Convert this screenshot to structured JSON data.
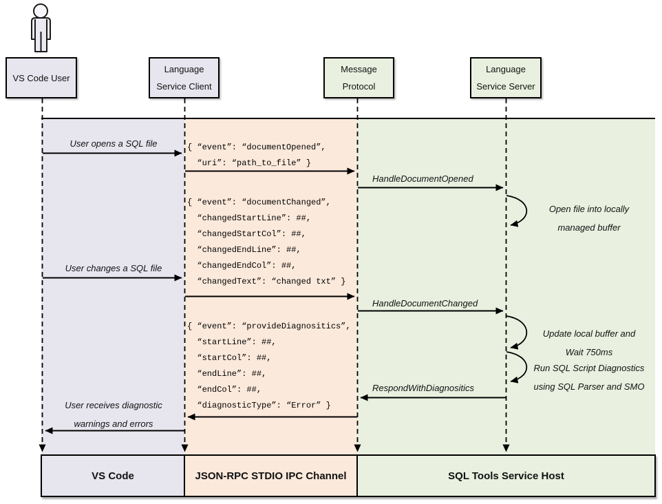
{
  "colors": {
    "lavender": "#E7E5EE",
    "peach": "#FBE9DB",
    "green": "#E9F0DF",
    "line": "#000000"
  },
  "actors": {
    "user": {
      "lines": [
        "VS Code User"
      ]
    },
    "client": {
      "lines": [
        "Language",
        "Service Client"
      ]
    },
    "protocol": {
      "lines": [
        "Message",
        "Protocol"
      ]
    },
    "server": {
      "lines": [
        "Language",
        "Service Server"
      ]
    }
  },
  "labels": {
    "open_file": "User opens a SQL file",
    "handle_opened": "HandleDocumentOpened",
    "change_file": "User changes a SQL file",
    "handle_changed": "HandleDocumentChanged",
    "respond_diag": "RespondWithDiagnositics",
    "receive_diag": [
      "User receives diagnostic",
      "warnings and errors"
    ]
  },
  "notes": {
    "open_buffer": [
      "Open file into locally",
      "managed buffer"
    ],
    "update_buffer": [
      "Update local buffer and",
      "Wait 750ms"
    ],
    "run_diag": [
      "Run SQL Script Diagnostics",
      "using SQL Parser and SMO"
    ]
  },
  "payloads": {
    "document_opened": [
      "{ “event”: “documentOpened”,",
      "  “uri”: “path_to_file” }"
    ],
    "document_changed": [
      "{ “event”: “documentChanged”,",
      "  “changedStartLine”: ##,",
      "  “changedStartCol”: ##,",
      "  “changedEndLine”: ##,",
      "  “changedEndCol”: ##,",
      "  “changedText”: “changed txt” }"
    ],
    "provide_diagnostics": [
      "{ “event”: “provideDiagnositics”,",
      "  “startLine”: ##,",
      "  “startCol”: ##,",
      "  “endLine”: ##,",
      "  “endCol”: ##,",
      "  “diagnosticType”: “Error” }"
    ]
  },
  "footer": {
    "vscode": "VS Code",
    "channel": "JSON-RPC STDIO IPC Channel",
    "host": "SQL Tools Service Host"
  }
}
